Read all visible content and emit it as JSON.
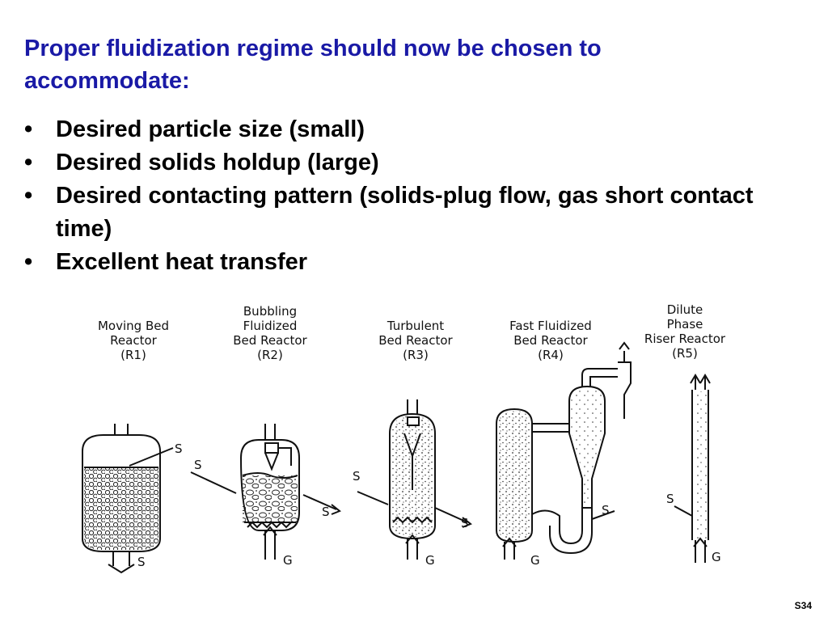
{
  "heading": {
    "line1": "Proper fluidization regime should now be chosen to",
    "line2": "accommodate:"
  },
  "bullet_marker": "•",
  "bullets": [
    "Desired particle size (small)",
    "Desired solids holdup (large)",
    "Desired contacting pattern (solids-plug flow, gas short contact time)",
    "Excellent heat transfer"
  ],
  "reactors": [
    {
      "lines": [
        "Moving Bed",
        "Reactor",
        "(R1)"
      ]
    },
    {
      "lines": [
        "Bubbling",
        "Fluidized",
        "Bed Reactor",
        "(R2)"
      ]
    },
    {
      "lines": [
        "Turbulent",
        "Bed Reactor",
        "(R3)"
      ]
    },
    {
      "lines": [
        "Fast Fluidized",
        "Bed Reactor",
        "(R4)"
      ]
    },
    {
      "lines": [
        "Dilute",
        "Phase",
        "Riser Reactor",
        "(R5)"
      ]
    }
  ],
  "flow_labels": {
    "solids": "S",
    "gas": "G"
  },
  "slide_number": "S34"
}
